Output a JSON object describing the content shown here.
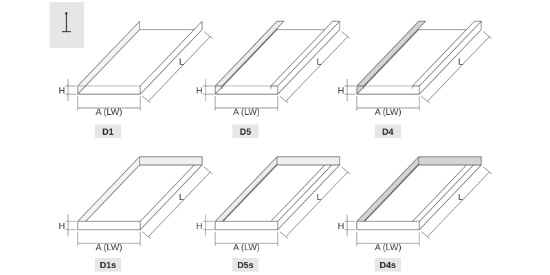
{
  "colors": {
    "outline": "#555555",
    "inner_fill": "#d4d4d4",
    "label_bg": "#e6e6e6",
    "text": "#222222"
  },
  "icons": {
    "mounting": "pendant-rod-icon"
  },
  "labels": {
    "height": "H",
    "width": "A (LW)",
    "length": "L"
  },
  "variants": [
    {
      "code": "D1",
      "style": "plain",
      "closed_ends": false
    },
    {
      "code": "D5",
      "style": "return-lip",
      "closed_ends": false
    },
    {
      "code": "D4",
      "style": "return-lip-shaded",
      "closed_ends": false
    },
    {
      "code": "D1s",
      "style": "plain",
      "closed_ends": true
    },
    {
      "code": "D5s",
      "style": "return-lip",
      "closed_ends": true
    },
    {
      "code": "D4s",
      "style": "return-lip-shaded",
      "closed_ends": true
    }
  ]
}
